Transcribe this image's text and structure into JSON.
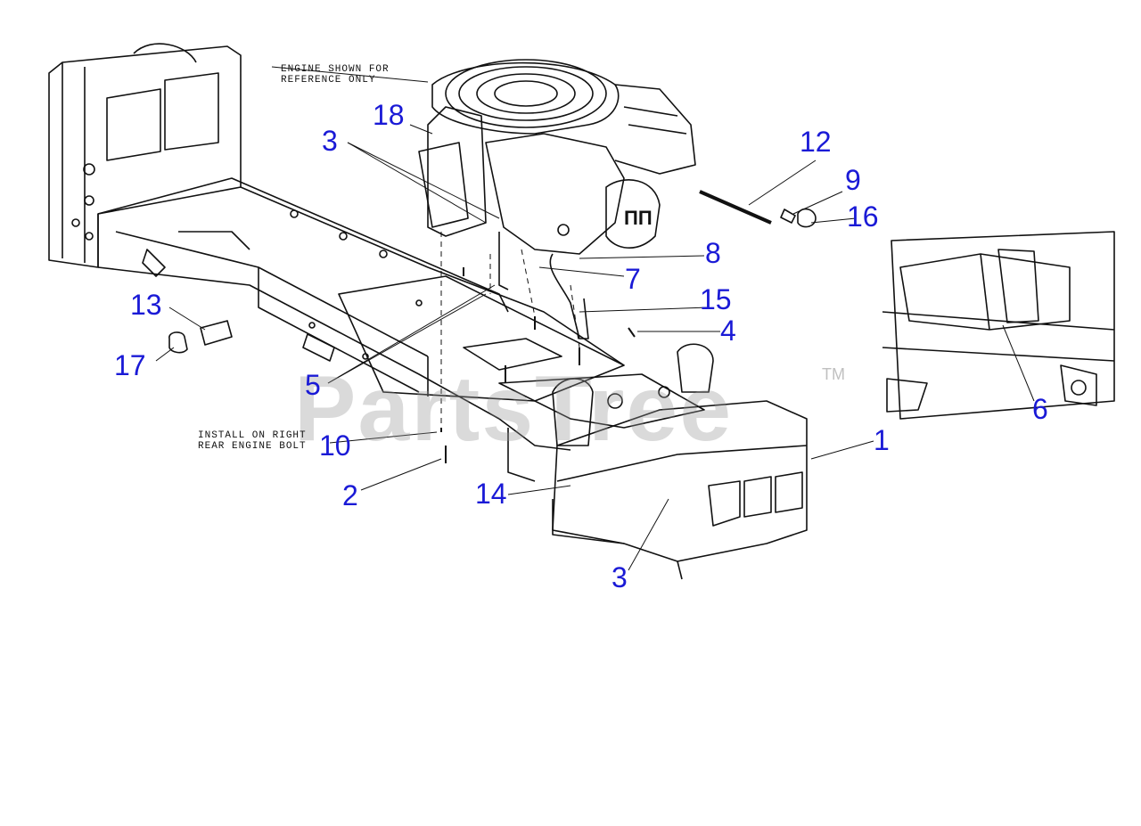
{
  "watermark": {
    "text": "PartsTree",
    "tm": "TM"
  },
  "notes": {
    "engine_reference": "ENGINE SHOWN FOR\nREFERENCE ONLY",
    "install_note": "INSTALL ON RIGHT\nREAR ENGINE BOLT"
  },
  "callouts": [
    {
      "label": "1"
    },
    {
      "label": "2"
    },
    {
      "label": "3"
    },
    {
      "label": "3"
    },
    {
      "label": "4"
    },
    {
      "label": "5"
    },
    {
      "label": "6"
    },
    {
      "label": "7"
    },
    {
      "label": "8"
    },
    {
      "label": "9"
    },
    {
      "label": "10"
    },
    {
      "label": "12"
    },
    {
      "label": "13"
    },
    {
      "label": "14"
    },
    {
      "label": "15"
    },
    {
      "label": "16"
    },
    {
      "label": "17"
    },
    {
      "label": "18"
    }
  ],
  "colors": {
    "callout": "#1a1ad6",
    "line": "#111111",
    "watermark": "#969696"
  }
}
